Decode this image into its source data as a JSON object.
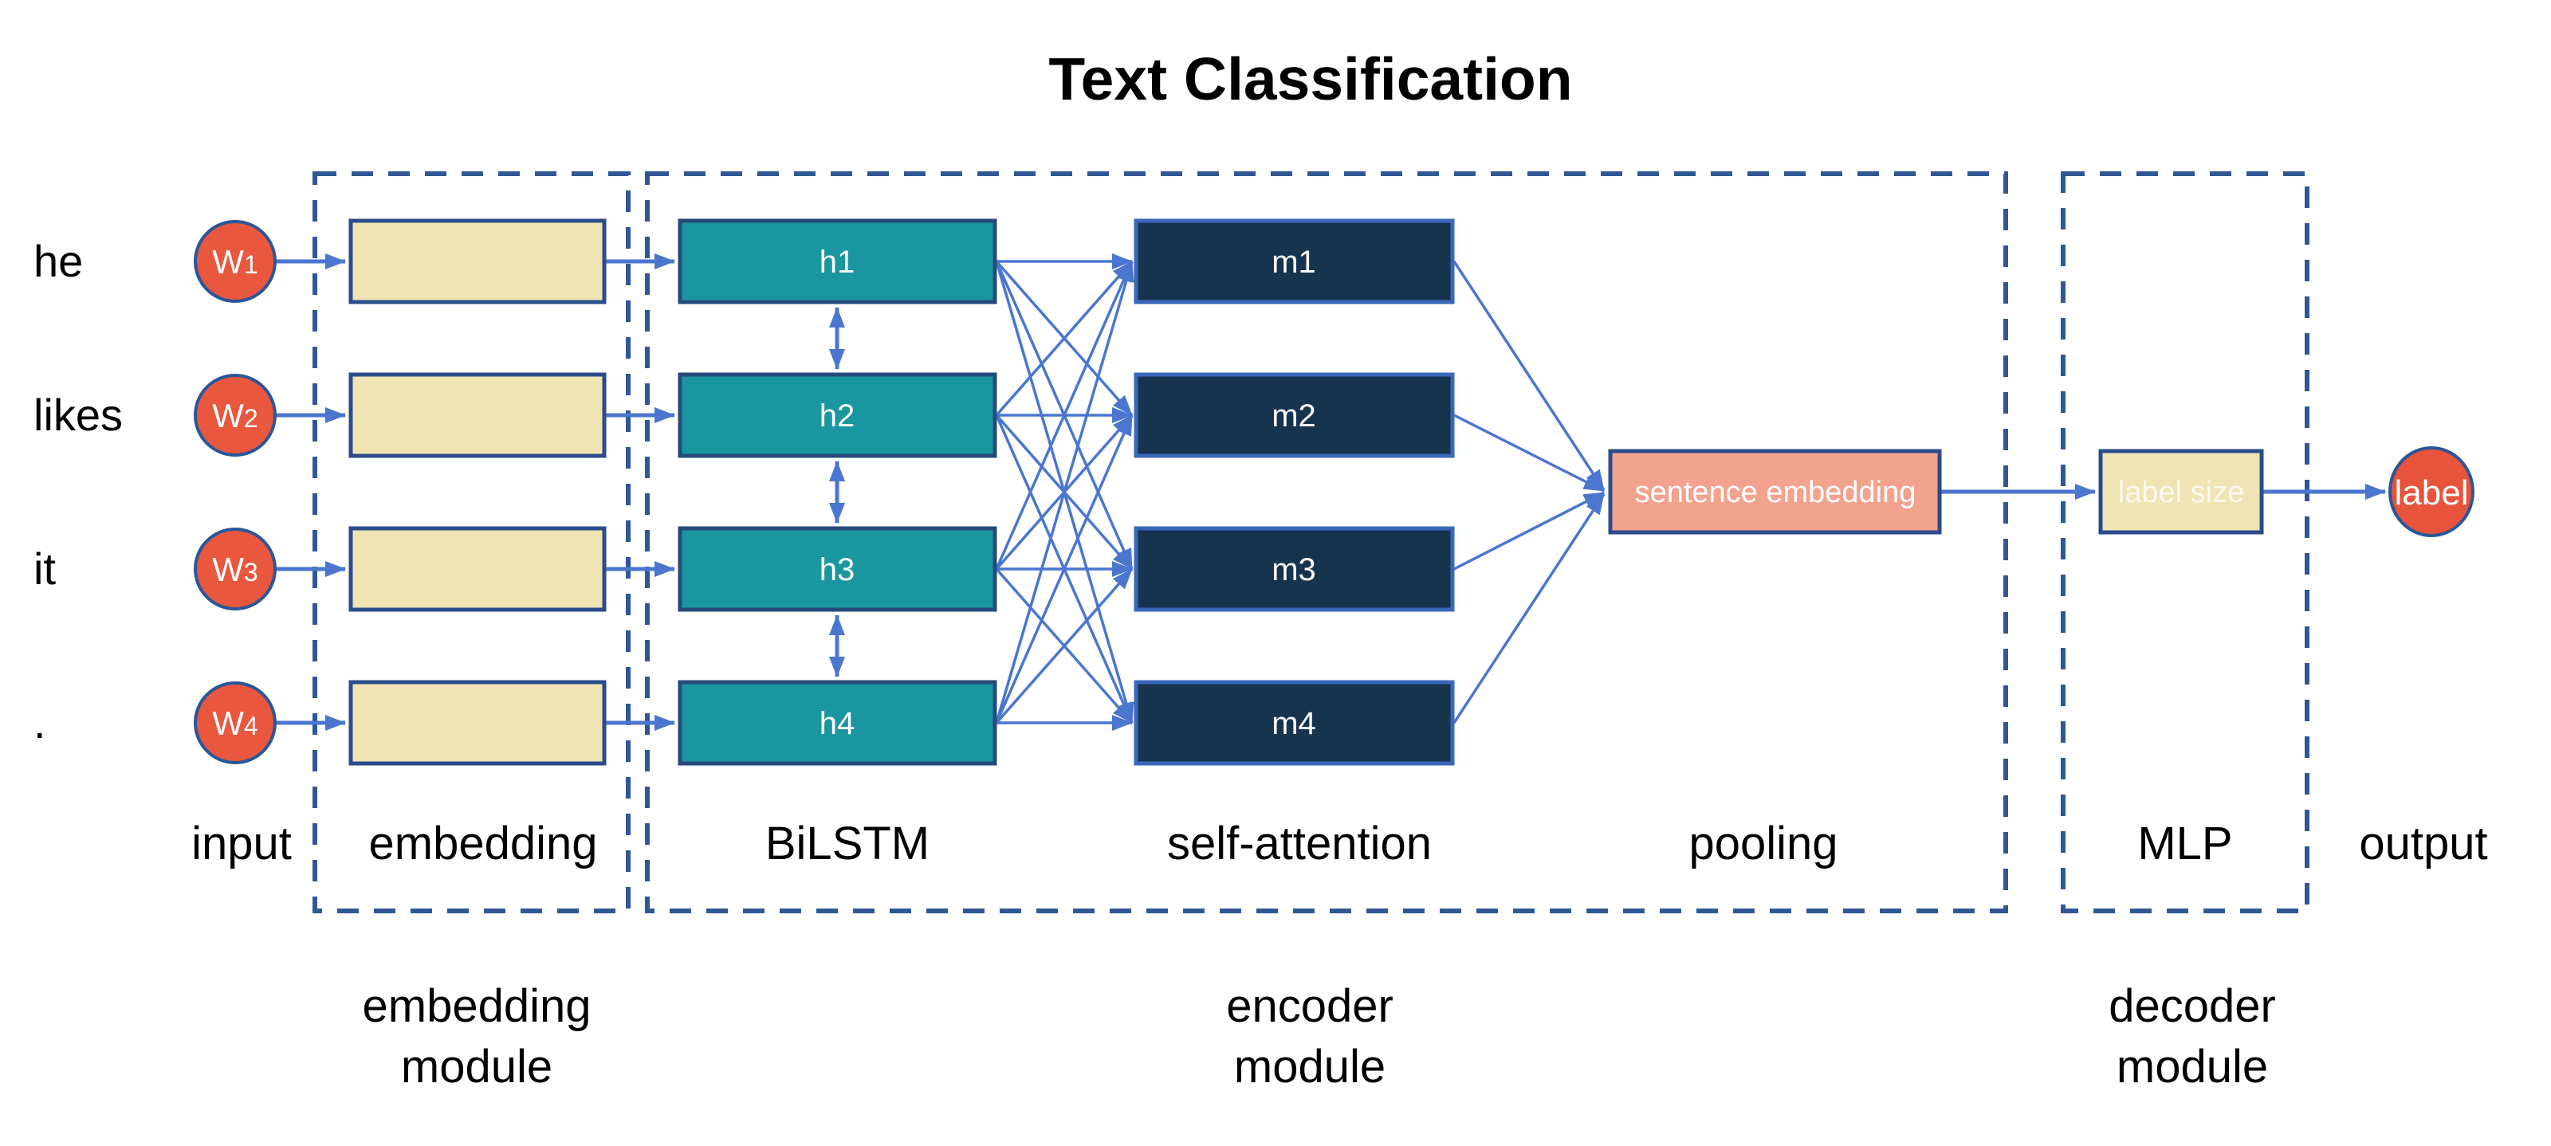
{
  "title": "Text Classification",
  "inputs": [
    {
      "word": "he",
      "node": "W",
      "sub": "1"
    },
    {
      "word": "likes",
      "node": "W",
      "sub": "2"
    },
    {
      "word": "it",
      "node": "W",
      "sub": "3"
    },
    {
      "word": ".",
      "node": "W",
      "sub": "4"
    }
  ],
  "encoder": {
    "bilstm_nodes": [
      "h1",
      "h2",
      "h3",
      "h4"
    ],
    "attention_nodes": [
      "m1",
      "m2",
      "m3",
      "m4"
    ],
    "pooling_node": "sentence embedding"
  },
  "decoder": {
    "mlp_node": "label size",
    "output_node": "label"
  },
  "column_captions": {
    "input": "input",
    "embedding": "embedding",
    "bilstm": "BiLSTM",
    "self_attention": "self-attention",
    "pooling": "pooling",
    "mlp": "MLP",
    "output": "output"
  },
  "module_captions": {
    "embedding": {
      "line1": "embedding",
      "line2": "module"
    },
    "encoder": {
      "line1": "encoder",
      "line2": "module"
    },
    "decoder": {
      "line1": "decoder",
      "line2": "module"
    }
  },
  "colors": {
    "background": "#ffffff",
    "input_circle_fill": "#e8573e",
    "output_circle_fill": "#e8533b",
    "circle_stroke": "#2a5699",
    "embedding_box_fill": "#f0e4b4",
    "bilstm_box_fill": "#1a96a0",
    "attention_box_fill": "#17344f",
    "attention_box_stroke": "#3a67bb",
    "pooling_box_fill": "#f3a28e",
    "box_stroke": "#2b4c8a",
    "connector_blue": "#4a76cf",
    "dashed_module_stroke": "#2f5796",
    "text_black": "#000000",
    "text_white": "#ffffff"
  }
}
